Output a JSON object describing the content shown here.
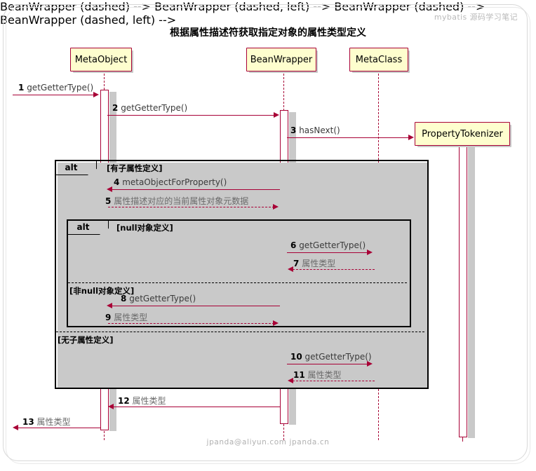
{
  "meta": {
    "watermark": "mybatis 源码学习笔记",
    "footer": "jpanda@aliyun.com  jpanda.cn",
    "title": "根据属性描述符获取指定对象的属性类型定义",
    "colors": {
      "accent": "#A80036",
      "participant_fill": "#FEFECE",
      "frame_border": "#000000",
      "page_background": "#FFFFFF"
    }
  },
  "participants": [
    {
      "name": "MetaObject",
      "lifeline_style": "dashed"
    },
    {
      "name": "BeanWrapper",
      "lifeline_style": "dashed"
    },
    {
      "name": "MetaClass",
      "lifeline_style": "dashed"
    },
    {
      "name": "PropertyTokenizer",
      "lifeline_style": "solid"
    }
  ],
  "fragments": [
    {
      "operator": "alt",
      "guards": [
        "[有子属性定义]",
        "[无子属性定义]"
      ]
    },
    {
      "operator": "alt",
      "guards": [
        "[null对象定义]",
        "[非null对象定义]"
      ]
    }
  ],
  "messages": [
    {
      "num": "1",
      "text": "getGetterType()",
      "from": "Actor",
      "to": "MetaObject",
      "style": "solid",
      "dir": "right"
    },
    {
      "num": "2",
      "text": "getGetterType()",
      "from": "MetaObject",
      "to": "BeanWrapper",
      "style": "solid",
      "dir": "right"
    },
    {
      "num": "3",
      "text": "hasNext()",
      "from": "BeanWrapper",
      "to": "PropertyTokenizer",
      "style": "solid",
      "dir": "right"
    },
    {
      "num": "4",
      "text": "metaObjectForProperty()",
      "from": "BeanWrapper",
      "to": "MetaObject",
      "style": "solid",
      "dir": "left"
    },
    {
      "num": "5",
      "text": "属性描述对应的当前属性对象元数据",
      "from": "MetaObject",
      "to": "BeanWrapper",
      "style": "dashed",
      "dir": "right"
    },
    {
      "num": "6",
      "text": "getGetterType()",
      "from": "BeanWrapper",
      "to": "MetaClass",
      "style": "solid",
      "dir": "right"
    },
    {
      "num": "7",
      "text": "属性类型",
      "from": "MetaClass",
      "to": "BeanWrapper",
      "style": "dashed",
      "dir": "left"
    },
    {
      "num": "8",
      "text": "getGetterType()",
      "from": "BeanWrapper",
      "to": "MetaObject",
      "style": "solid",
      "dir": "left"
    },
    {
      "num": "9",
      "text": "属性类型",
      "from": "MetaObject",
      "to": "BeanWrapper",
      "style": "dashed",
      "dir": "right"
    },
    {
      "num": "10",
      "text": "getGetterType()",
      "from": "BeanWrapper",
      "to": "MetaClass",
      "style": "solid",
      "dir": "right"
    },
    {
      "num": "11",
      "text": "属性类型",
      "from": "MetaClass",
      "to": "BeanWrapper",
      "style": "dashed",
      "dir": "left"
    },
    {
      "num": "12",
      "text": "属性类型",
      "from": "BeanWrapper",
      "to": "MetaObject",
      "style": "solid",
      "dir": "left"
    },
    {
      "num": "13",
      "text": "属性类型",
      "from": "MetaObject",
      "to": "Actor",
      "style": "solid",
      "dir": "left"
    }
  ]
}
